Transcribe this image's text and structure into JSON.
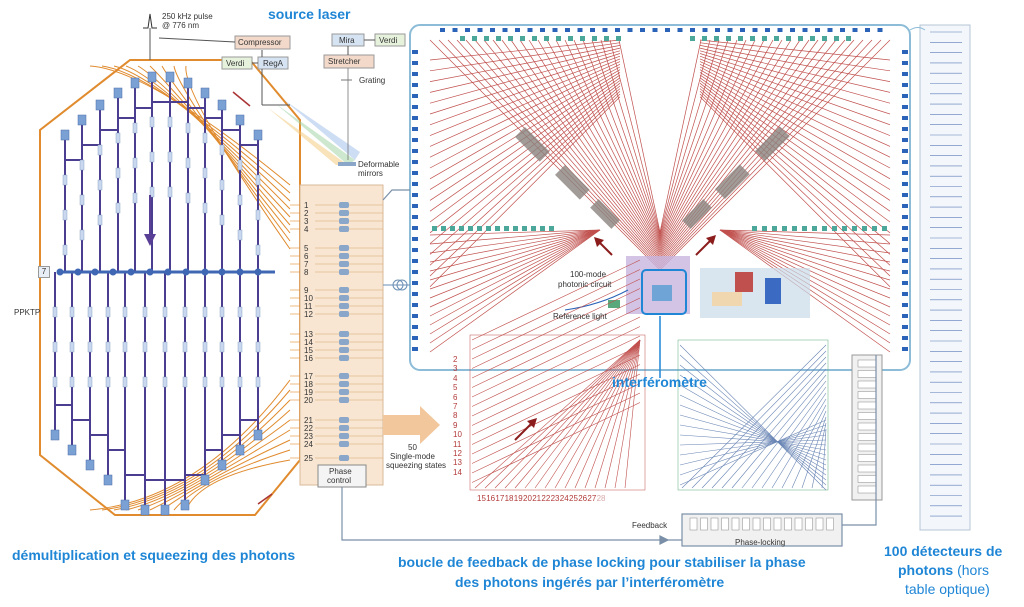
{
  "annotations": {
    "source_laser": "source laser",
    "demux": "démultiplication et squeezing des photons",
    "feedback_line1": "boucle de feedback de phase locking pour stabiliser la phase",
    "feedback_line2": "des photons ingérés par l’interféromètre",
    "detectors_line1": "100 détecteurs de",
    "detectors_line2": "photons",
    "detectors_paren": " (hors",
    "detectors_line3": "table optique)",
    "interferometer": "interféromètre"
  },
  "laser": {
    "pulse_line1": "250 kHz pulse",
    "pulse_line2": "@ 776 nm",
    "compressor": "Compressor",
    "verdi_left": "Verdi",
    "rega": "RegA",
    "mira": "Mira",
    "verdi_right": "Verdi",
    "stretcher": "Stretcher",
    "grating": "Grating",
    "mirrors_line1": "Deformable",
    "mirrors_line2": "mirrors"
  },
  "squeezing": {
    "ppktp": "PPKTP",
    "input_port": "7",
    "phase_control_line1": "Phase",
    "phase_control_line2": "control",
    "channels": [
      "1",
      "2",
      "3",
      "4",
      "5",
      "6",
      "7",
      "8",
      "9",
      "10",
      "11",
      "12",
      "13",
      "14",
      "15",
      "16",
      "17",
      "18",
      "19",
      "20",
      "21",
      "22",
      "23",
      "24",
      "25"
    ],
    "states_count": "50",
    "states_line1": "Single-mode",
    "states_line2": "squeezing states"
  },
  "circuit": {
    "label_line1": "100-mode",
    "label_line2": "photonic circuit",
    "reference_light": "Reference light",
    "left_ports": [
      "2",
      "3",
      "4",
      "5",
      "6",
      "7",
      "8",
      "9",
      "10",
      "11",
      "12",
      "13",
      "14"
    ],
    "bottom_ports": [
      "15",
      "16",
      "17",
      "18",
      "19",
      "20",
      "21",
      "22",
      "23",
      "24",
      "25",
      "26",
      "27",
      "28"
    ],
    "feedback": "Feedback",
    "phase_locking": "Phase-locking"
  },
  "colors": {
    "annotation": "#1f86d6",
    "waveguide_red": "#c0504d",
    "fiber_blue": "#2a63b8",
    "squeezer_orange": "#e08b2e",
    "purple": "#6a4c9c",
    "teal": "#4aa79a"
  }
}
